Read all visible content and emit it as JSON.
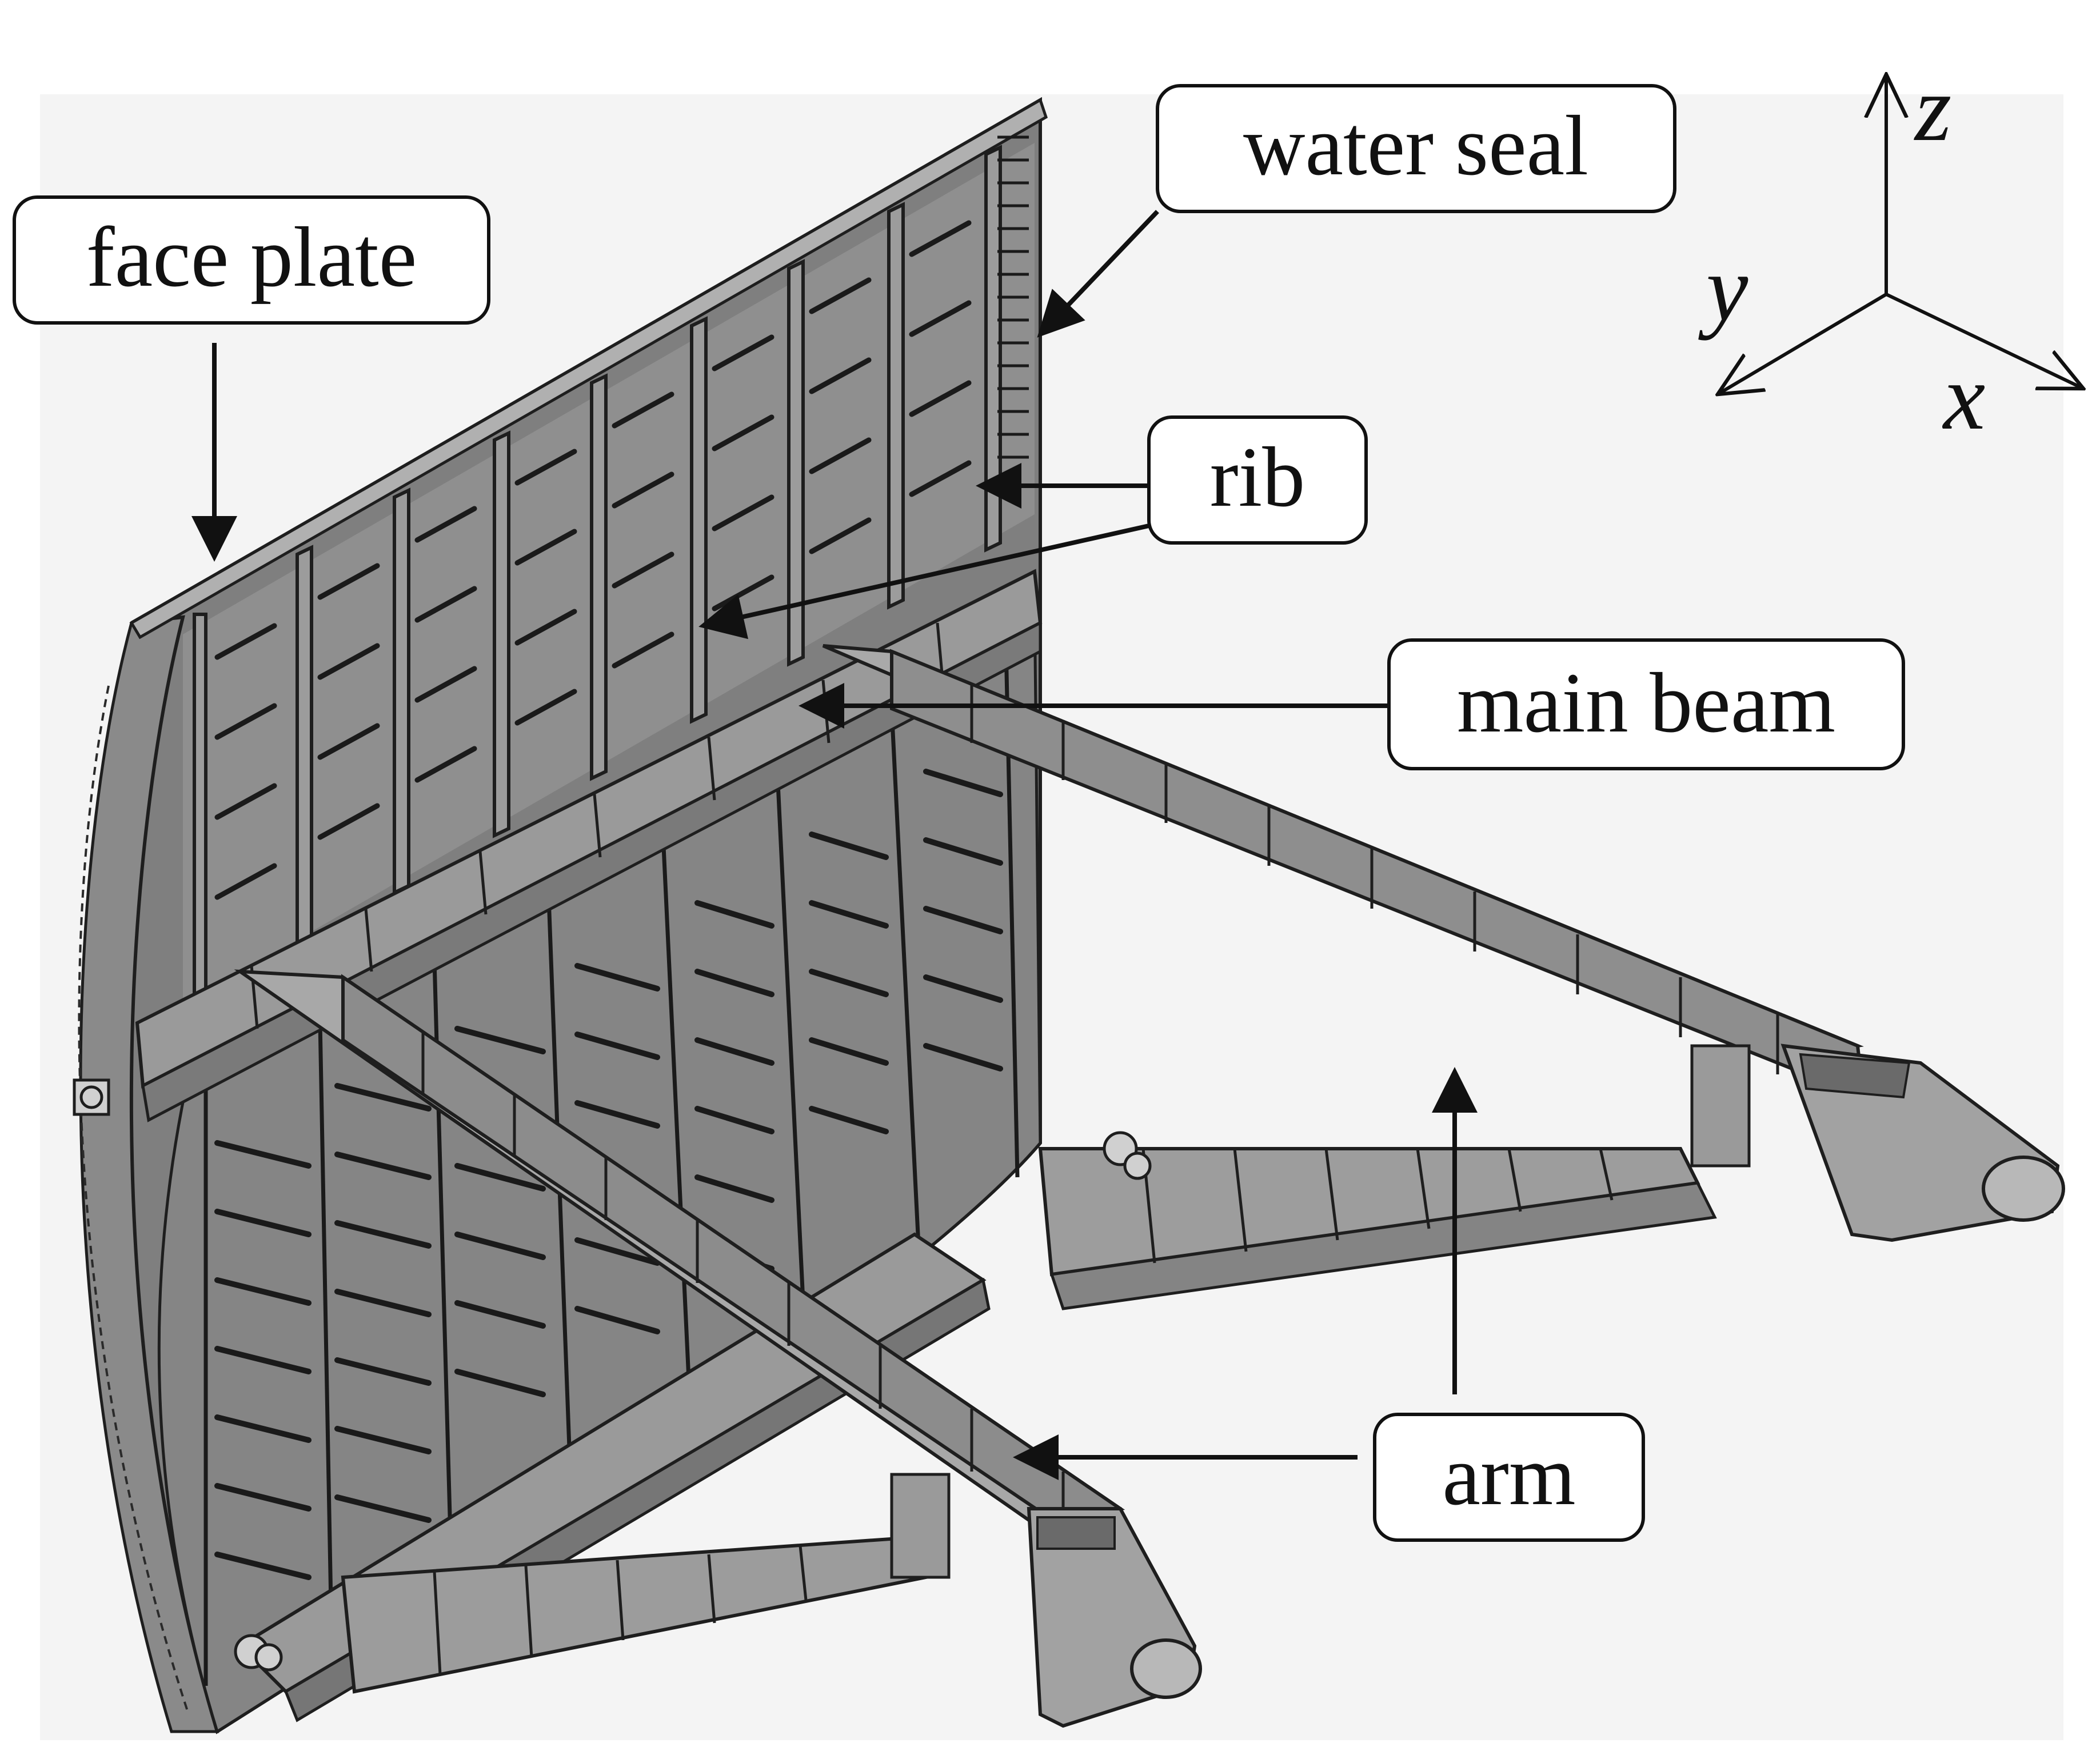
{
  "labels": {
    "face_plate": "face plate",
    "water_seal": "water seal",
    "rib": "rib",
    "main_beam": "main beam",
    "arm": "arm"
  },
  "axes": {
    "x": "x",
    "y": "y",
    "z": "z"
  },
  "colors": {
    "background_panel": "#f5f5f5",
    "steel_dark": "#6e6e6e",
    "steel_mid": "#8c8c8c",
    "steel_light": "#aaaaaa",
    "mesh_line": "#1e1e1e",
    "callout_border": "#111111"
  }
}
